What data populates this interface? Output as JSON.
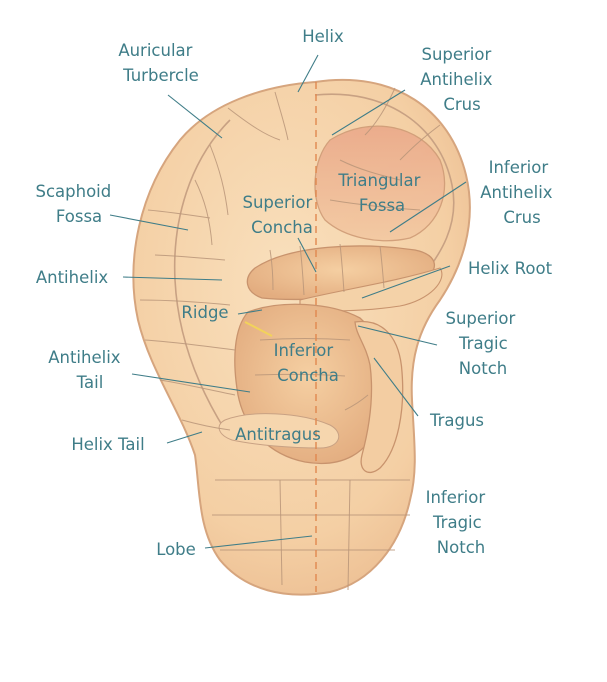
{
  "colors": {
    "skin_light": "#f8dcb7",
    "skin_mid": "#f1c79b",
    "skin_shadow": "#e2aa7e",
    "skin_deep": "#d79a70",
    "label": "#3f7d88",
    "midline": "#e0884f",
    "background": "#ffffff"
  },
  "labels": {
    "helix": "Helix",
    "auricular_tubercle": [
      "Auricular",
      "Turbercle"
    ],
    "superior_antihelix_crus": [
      "Superior",
      "Antihelix",
      "Crus"
    ],
    "scaphoid_fossa": [
      "Scaphoid",
      "Fossa"
    ],
    "triangular_fossa": [
      "Triangular",
      "Fossa"
    ],
    "inferior_antihelix_crus": [
      "Inferior",
      "Antihelix",
      "Crus"
    ],
    "superior_concha": [
      "Superior",
      "Concha"
    ],
    "antihelix": "Antihelix",
    "helix_root": "Helix Root",
    "ridge": "Ridge",
    "superior_tragic_notch": [
      "Superior",
      "Tragic",
      "Notch"
    ],
    "inferior_concha": [
      "Inferior",
      "Concha"
    ],
    "antihelix_tail": [
      "Antihelix",
      "Tail"
    ],
    "tragus": "Tragus",
    "helix_tail": "Helix Tail",
    "antitragus": "Antitragus",
    "inferior_tragic_notch": [
      "Inferior",
      "Tragic",
      "Notch"
    ],
    "lobe": "Lobe"
  }
}
